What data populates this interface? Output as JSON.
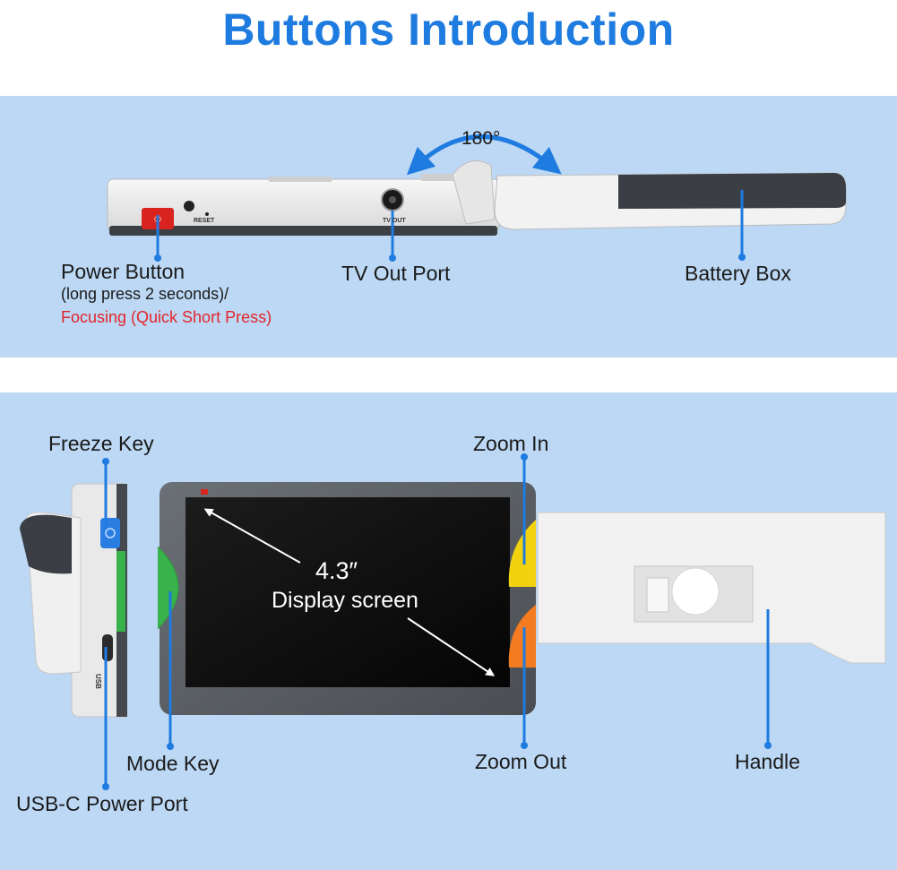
{
  "title": "Buttons Introduction",
  "colors": {
    "accent": "#1e7be0",
    "panel": "#bcd8f4",
    "pointer": "#1e7be0",
    "highlight_text": "#e3242b",
    "power_button": "#d9231f",
    "zoom_in_button": "#f2d20f",
    "zoom_out_button": "#f47b20",
    "mode_key": "#38b24a",
    "freeze_key": "#2a7de1"
  },
  "top_view": {
    "rotation": "180°",
    "device_labels": {
      "reset": "RESET",
      "tv_out": "TV OUT"
    },
    "callouts": {
      "power_button": "Power Button",
      "power_button_note": "(long press 2 seconds)/",
      "focusing_note": "Focusing (Quick Short Press)",
      "tv_out_port": "TV Out Port",
      "battery_box": "Battery Box"
    }
  },
  "front_view": {
    "screen_size": "4.3″",
    "screen_caption": "Display screen",
    "usb_label": "USB",
    "callouts": {
      "freeze_key": "Freeze Key",
      "mode_key": "Mode Key",
      "usb_c_power_port": "USB-C Power Port",
      "zoom_in": "Zoom In",
      "zoom_out": "Zoom Out",
      "handle": "Handle"
    }
  }
}
